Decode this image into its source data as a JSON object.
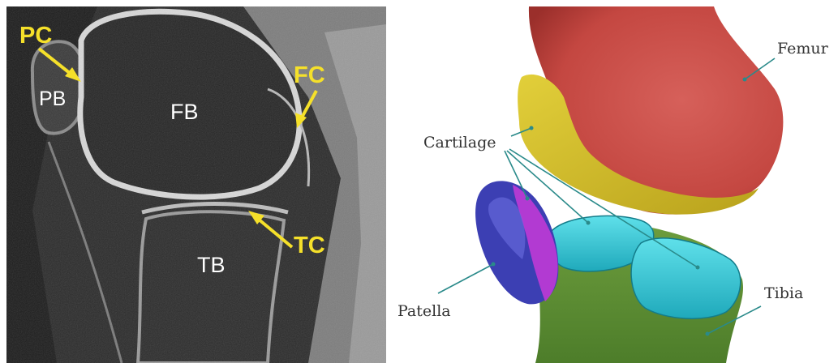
{
  "mri_panel": {
    "labels": {
      "pc": "PC",
      "fc": "FC",
      "tc": "TC",
      "pb": "PB",
      "fb": "FB",
      "tb": "TB"
    },
    "colors": {
      "annotation": "#f5e02a",
      "bone_label": "#ffffff",
      "background": "#2a2a2a"
    }
  },
  "anatomy_panel": {
    "labels": {
      "femur": "Femur",
      "cartilage": "Cartilage",
      "patella": "Patella",
      "tibia": "Tibia"
    },
    "colors": {
      "femur": "#c94a44",
      "femur_cartilage": "#d8c12a",
      "patella_blue": "#3d3fb5",
      "patella_magenta": "#b03ad0",
      "tibia": "#5f8f35",
      "tibial_cartilage": "#33c6d6",
      "leader_line": "#2a8a8a",
      "label_text": "#333333"
    }
  }
}
